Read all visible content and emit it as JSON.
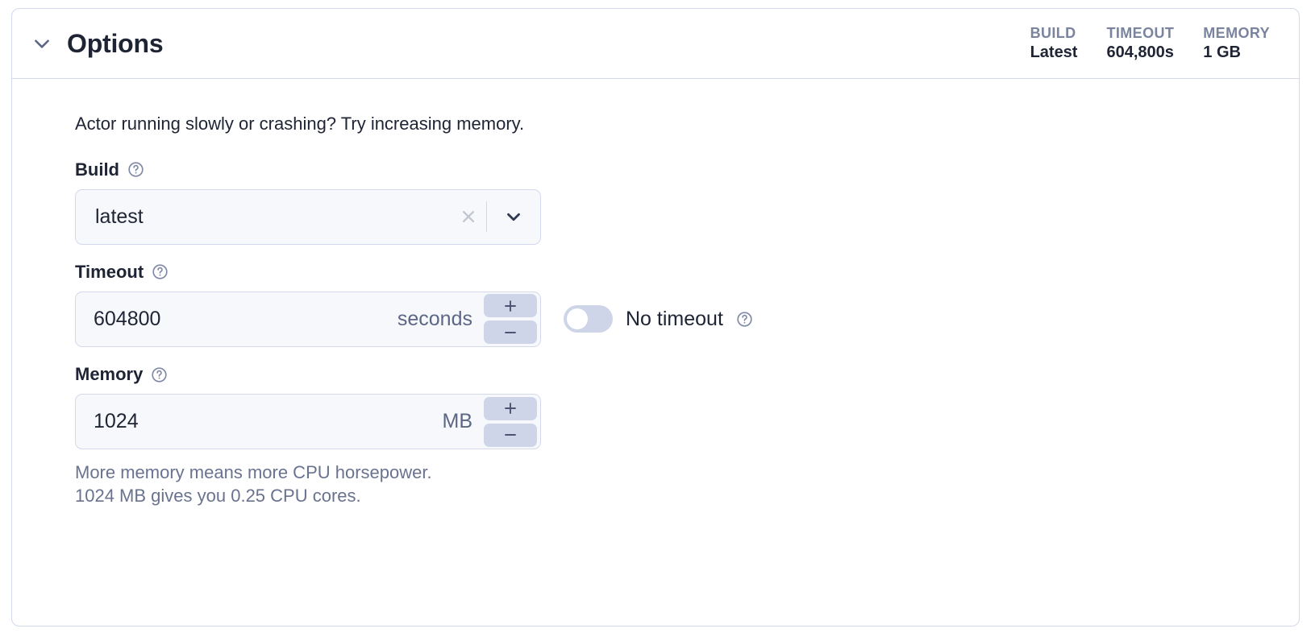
{
  "card": {
    "title": "Options",
    "collapse_icon": "chevron-down-icon",
    "stats": [
      {
        "label": "BUILD",
        "value": "Latest"
      },
      {
        "label": "TIMEOUT",
        "value": "604,800s"
      },
      {
        "label": "MEMORY",
        "value": "1 GB"
      }
    ],
    "intro": "Actor running slowly or crashing? Try increasing memory."
  },
  "build": {
    "label": "Build",
    "help_icon": "question-circle-icon",
    "value": "latest",
    "clear_icon": "close-icon",
    "caret_icon": "chevron-down-icon"
  },
  "timeout": {
    "label": "Timeout",
    "help_icon": "question-circle-icon",
    "value": "604800",
    "unit": "seconds",
    "increment_icon": "plus-icon",
    "decrement_icon": "minus-icon",
    "no_timeout_label": "No timeout",
    "no_timeout_help_icon": "question-circle-icon",
    "no_timeout_enabled": "off"
  },
  "memory": {
    "label": "Memory",
    "help_icon": "question-circle-icon",
    "value": "1024",
    "unit": "MB",
    "increment_icon": "plus-icon",
    "decrement_icon": "minus-icon",
    "helper_line1": "More memory means more CPU horsepower.",
    "helper_line2": "1024 MB gives you 0.25 CPU cores."
  },
  "colors": {
    "border": "#d3d8ec",
    "input_bg": "#f7f8fb",
    "stepper_bg": "#ced5e8",
    "text_primary": "#1e2434",
    "text_muted": "#69738f",
    "stat_label": "#7a849f"
  }
}
